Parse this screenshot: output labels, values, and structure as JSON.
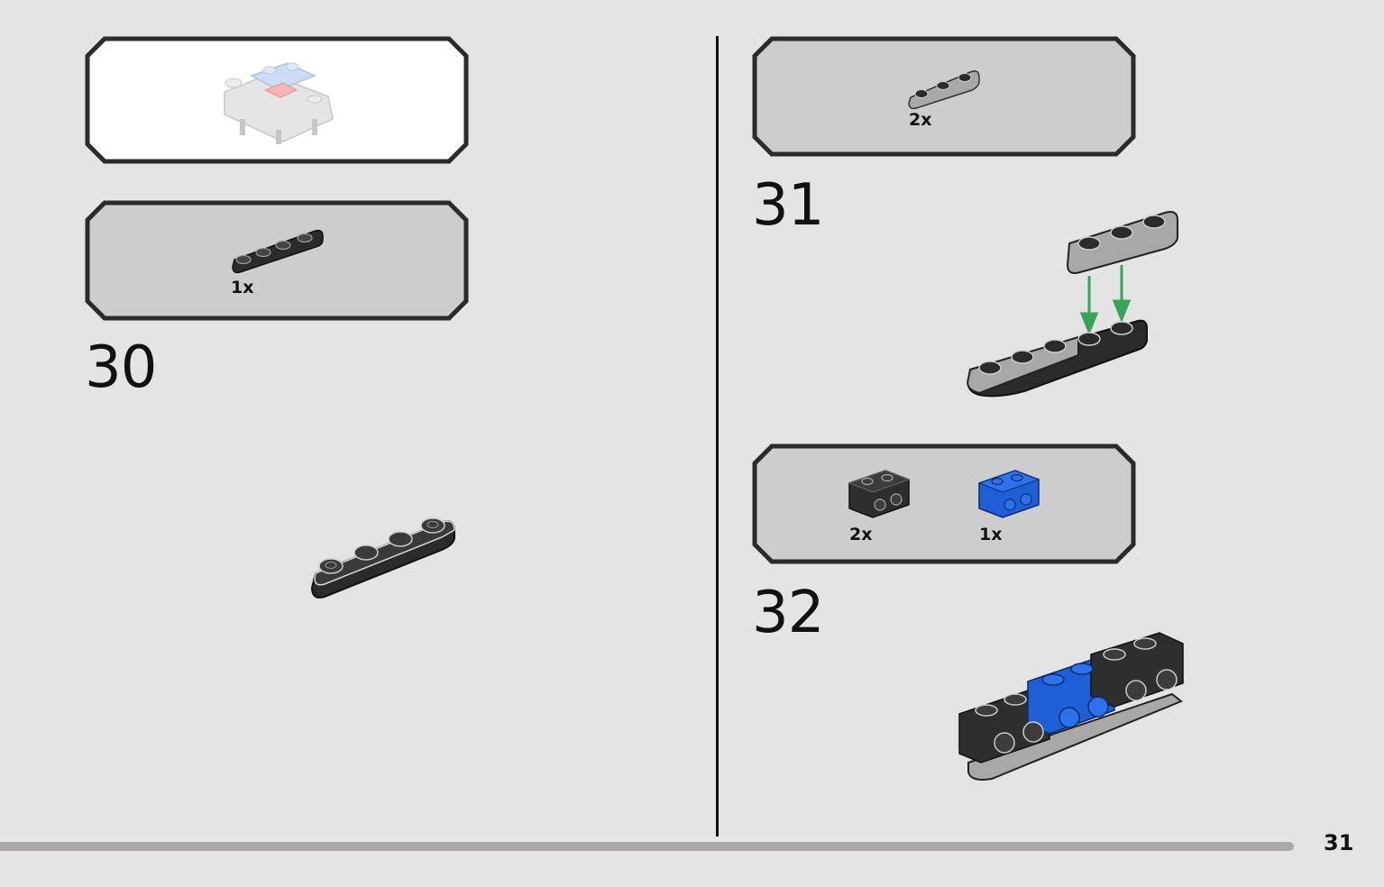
{
  "page": {
    "number": "31"
  },
  "steps": [
    {
      "number": "30",
      "parts": [
        {
          "qty": "1x",
          "icon": "black-plate-1x4-icon"
        }
      ]
    },
    {
      "number": "31",
      "parts": [
        {
          "qty": "2x",
          "icon": "gray-plate-1x3-icon"
        }
      ]
    },
    {
      "number": "32",
      "parts": [
        {
          "qty": "2x",
          "icon": "black-brick-studs-on-side-icon"
        },
        {
          "qty": "1x",
          "icon": "blue-brick-studs-on-side-icon"
        }
      ]
    }
  ],
  "colors": {
    "background": "#e4e4e4",
    "callout_fill": "#cdcdcd",
    "preview_fill": "#ffffff",
    "arrow_green": "#3aa35a",
    "brick_blue": "#1f5fd6",
    "brick_black": "#2e2e2e",
    "plate_gray": "#a8a8a8"
  }
}
